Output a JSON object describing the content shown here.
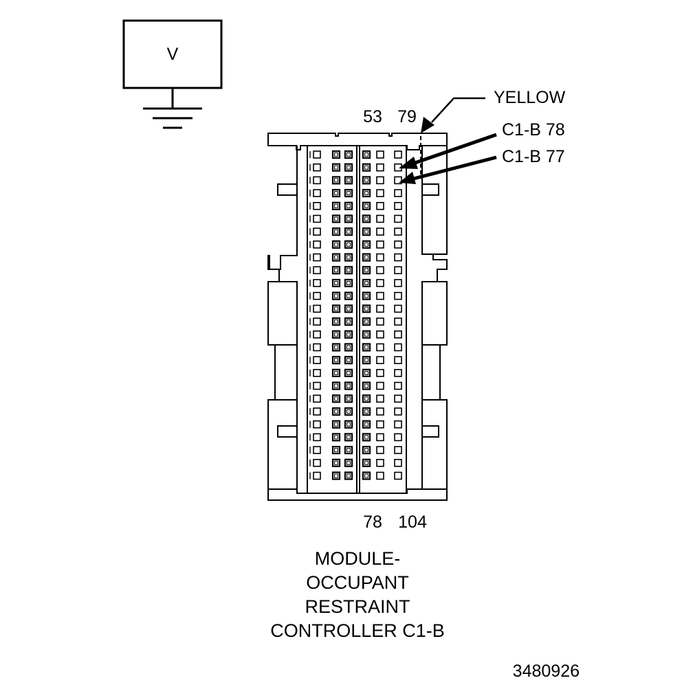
{
  "meter": {
    "label": "V"
  },
  "connector": {
    "wire_color": "YELLOW",
    "top_pins": [
      "53",
      "79"
    ],
    "bottom_pins": [
      "78",
      "104"
    ],
    "callouts": [
      "C1-B 78",
      "C1-B 77"
    ],
    "rows": 26,
    "title_lines": [
      "MODULE-",
      "OCCUPANT",
      "RESTRAINT",
      "CONTROLLER C1-B"
    ]
  },
  "figure_number": "3480926"
}
